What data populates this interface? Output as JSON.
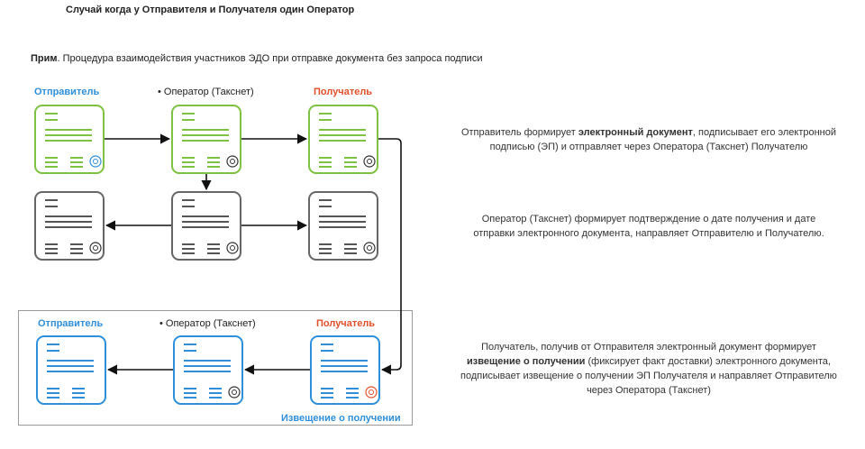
{
  "title": "Случай когда у Отправителя и Получателя один Оператор",
  "caption": {
    "bold": "Прим",
    "text": ". Процедура взаимодействия участников ЭДО при отправке документа без запроса подписи"
  },
  "columns_top": {
    "sender": "Отправитель",
    "operator": "•  Оператор (Такснет)",
    "receiver": "Получатель"
  },
  "columns_bottom": {
    "sender": "Отправитель",
    "operator": "•  Оператор (Такснет)",
    "receiver": "Получатель"
  },
  "frame_label": "Извещение о получении",
  "descriptions": {
    "d1_a": "Отправитель формирует ",
    "d1_b": "электронный документ",
    "d1_c": ", подписывает его электронной",
    "d1_line2": "подписью (ЭП) и отправляет через Оператора (Такснет) Получателю",
    "d2_line1": "Оператор (Такснет) формирует подтверждение о дате получения и дате",
    "d2_line2": "отправки электронного документа, направляет Отправителю и Получателю.",
    "d3_line1": "Получатель, получив от Отправителя электронный документ формирует",
    "d3_b": "извещение о получении",
    "d3_c": " (фиксирует факт доставки)  электронного документа,",
    "d3_line3": "подписывает извещение о получении ЭП Получателя и направляет Отправителю",
    "d3_line4": "через Оператора (Такснет)"
  },
  "colors": {
    "green": "#7dc242",
    "gray": "#555555",
    "blue": "#2f8fdb",
    "red": "#e2502b"
  }
}
